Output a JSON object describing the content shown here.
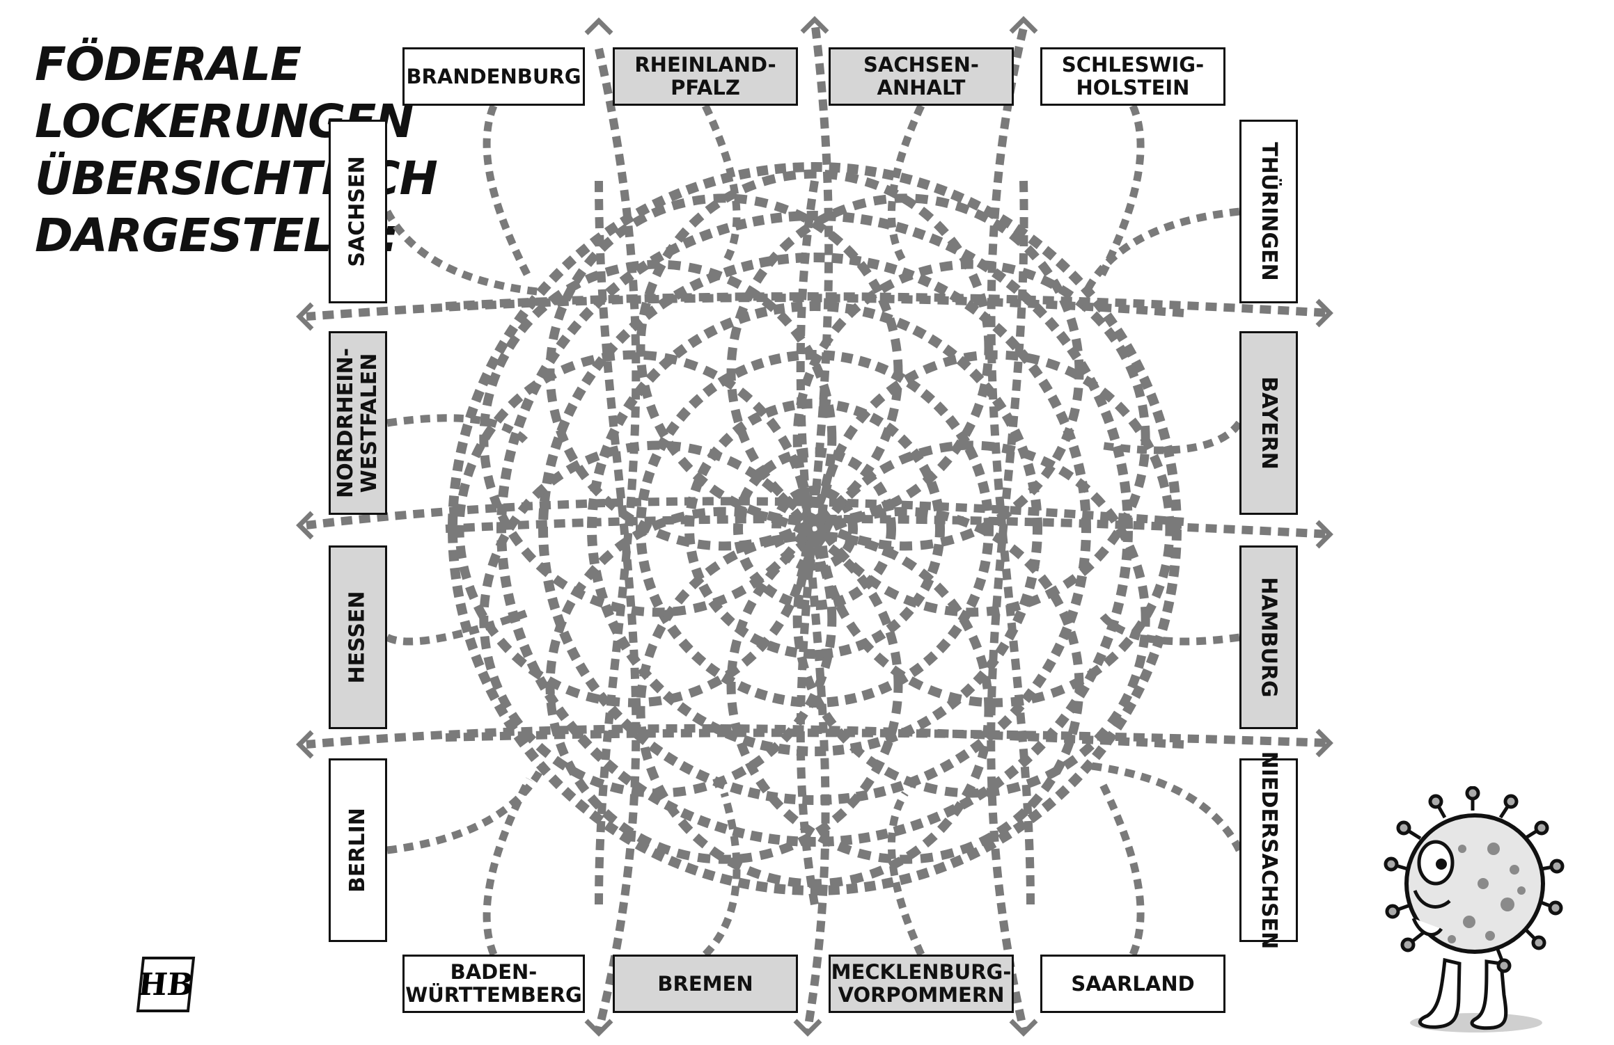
{
  "title_lines": [
    "FÖDERALE",
    "LOCKERUNGEN",
    "ÜBERSICHTLICH",
    "DARGESTELLT:"
  ],
  "states": {
    "brandenburg": [
      "BRANDENBURG"
    ],
    "rheinland_pfalz": [
      "RHEINLAND-",
      "PFALZ"
    ],
    "sachsen_anhalt": [
      "SACHSEN-",
      "ANHALT"
    ],
    "schleswig_holstein": [
      "SCHLESWIG-",
      "HOLSTEIN"
    ],
    "sachsen": [
      "SACHSEN"
    ],
    "thueringen": [
      "THÜRINGEN"
    ],
    "nordrhein_westfalen": [
      "NORDRHEIN-",
      "WESTFALEN"
    ],
    "bayern": [
      "BAYERN"
    ],
    "hessen": [
      "HESSEN"
    ],
    "hamburg": [
      "HAMBURG"
    ],
    "berlin": [
      "BERLIN"
    ],
    "niedersachsen": [
      "NIEDERSACHSEN"
    ],
    "baden_wuerttemberg": [
      "BADEN-",
      "WÜRTTEMBERG"
    ],
    "bremen": [
      "BREMEN"
    ],
    "mecklenburg_vorpommern": [
      "MECKLENBURG-",
      "VORPOMMERN"
    ],
    "saarland": [
      "SAARLAND"
    ]
  },
  "signature": "HB",
  "colors": {
    "line": "#7a7a7a",
    "box_grey": "#d6d6d6",
    "ink": "#111111"
  }
}
